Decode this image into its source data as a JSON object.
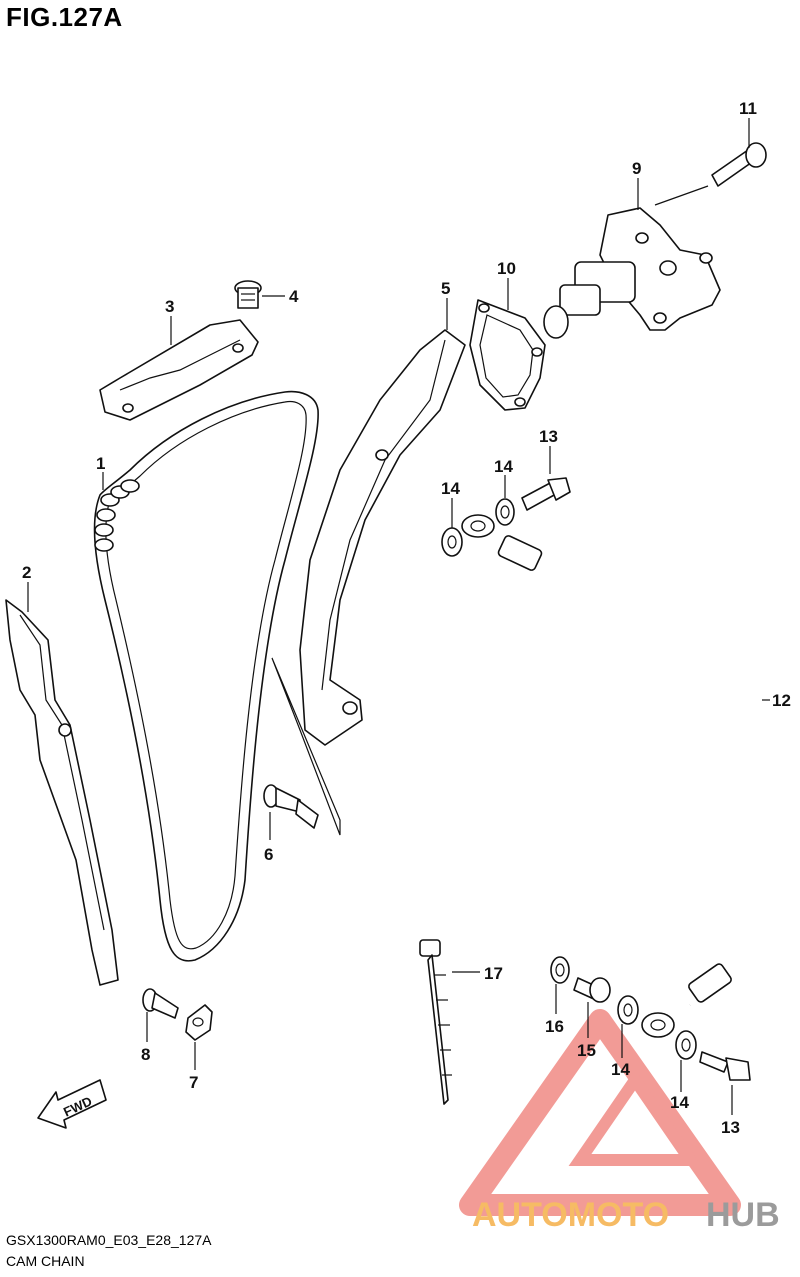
{
  "figure": {
    "title": "FIG.127A",
    "code": "GSX1300RAM0_E03_E28_127A",
    "name": "CAM CHAIN"
  },
  "direction_label": "FWD",
  "watermark": {
    "brand_part1": "AUTOMOTO",
    "brand_part2": "HUB",
    "color_red": "#e8453c",
    "color_orange": "#f5a623",
    "color_gray": "#8a8a8a"
  },
  "callouts": [
    {
      "id": "c1",
      "label": "1"
    },
    {
      "id": "c2",
      "label": "2"
    },
    {
      "id": "c3",
      "label": "3"
    },
    {
      "id": "c4",
      "label": "4"
    },
    {
      "id": "c5",
      "label": "5"
    },
    {
      "id": "c6",
      "label": "6"
    },
    {
      "id": "c7",
      "label": "7"
    },
    {
      "id": "c8",
      "label": "8"
    },
    {
      "id": "c9",
      "label": "9"
    },
    {
      "id": "c10",
      "label": "10"
    },
    {
      "id": "c11",
      "label": "11"
    },
    {
      "id": "c12",
      "label": "12"
    },
    {
      "id": "c13a",
      "label": "13"
    },
    {
      "id": "c13b",
      "label": "13"
    },
    {
      "id": "c14a",
      "label": "14"
    },
    {
      "id": "c14b",
      "label": "14"
    },
    {
      "id": "c14c",
      "label": "14"
    },
    {
      "id": "c14d",
      "label": "14"
    },
    {
      "id": "c15",
      "label": "15"
    },
    {
      "id": "c16",
      "label": "16"
    },
    {
      "id": "c17",
      "label": "17"
    }
  ]
}
